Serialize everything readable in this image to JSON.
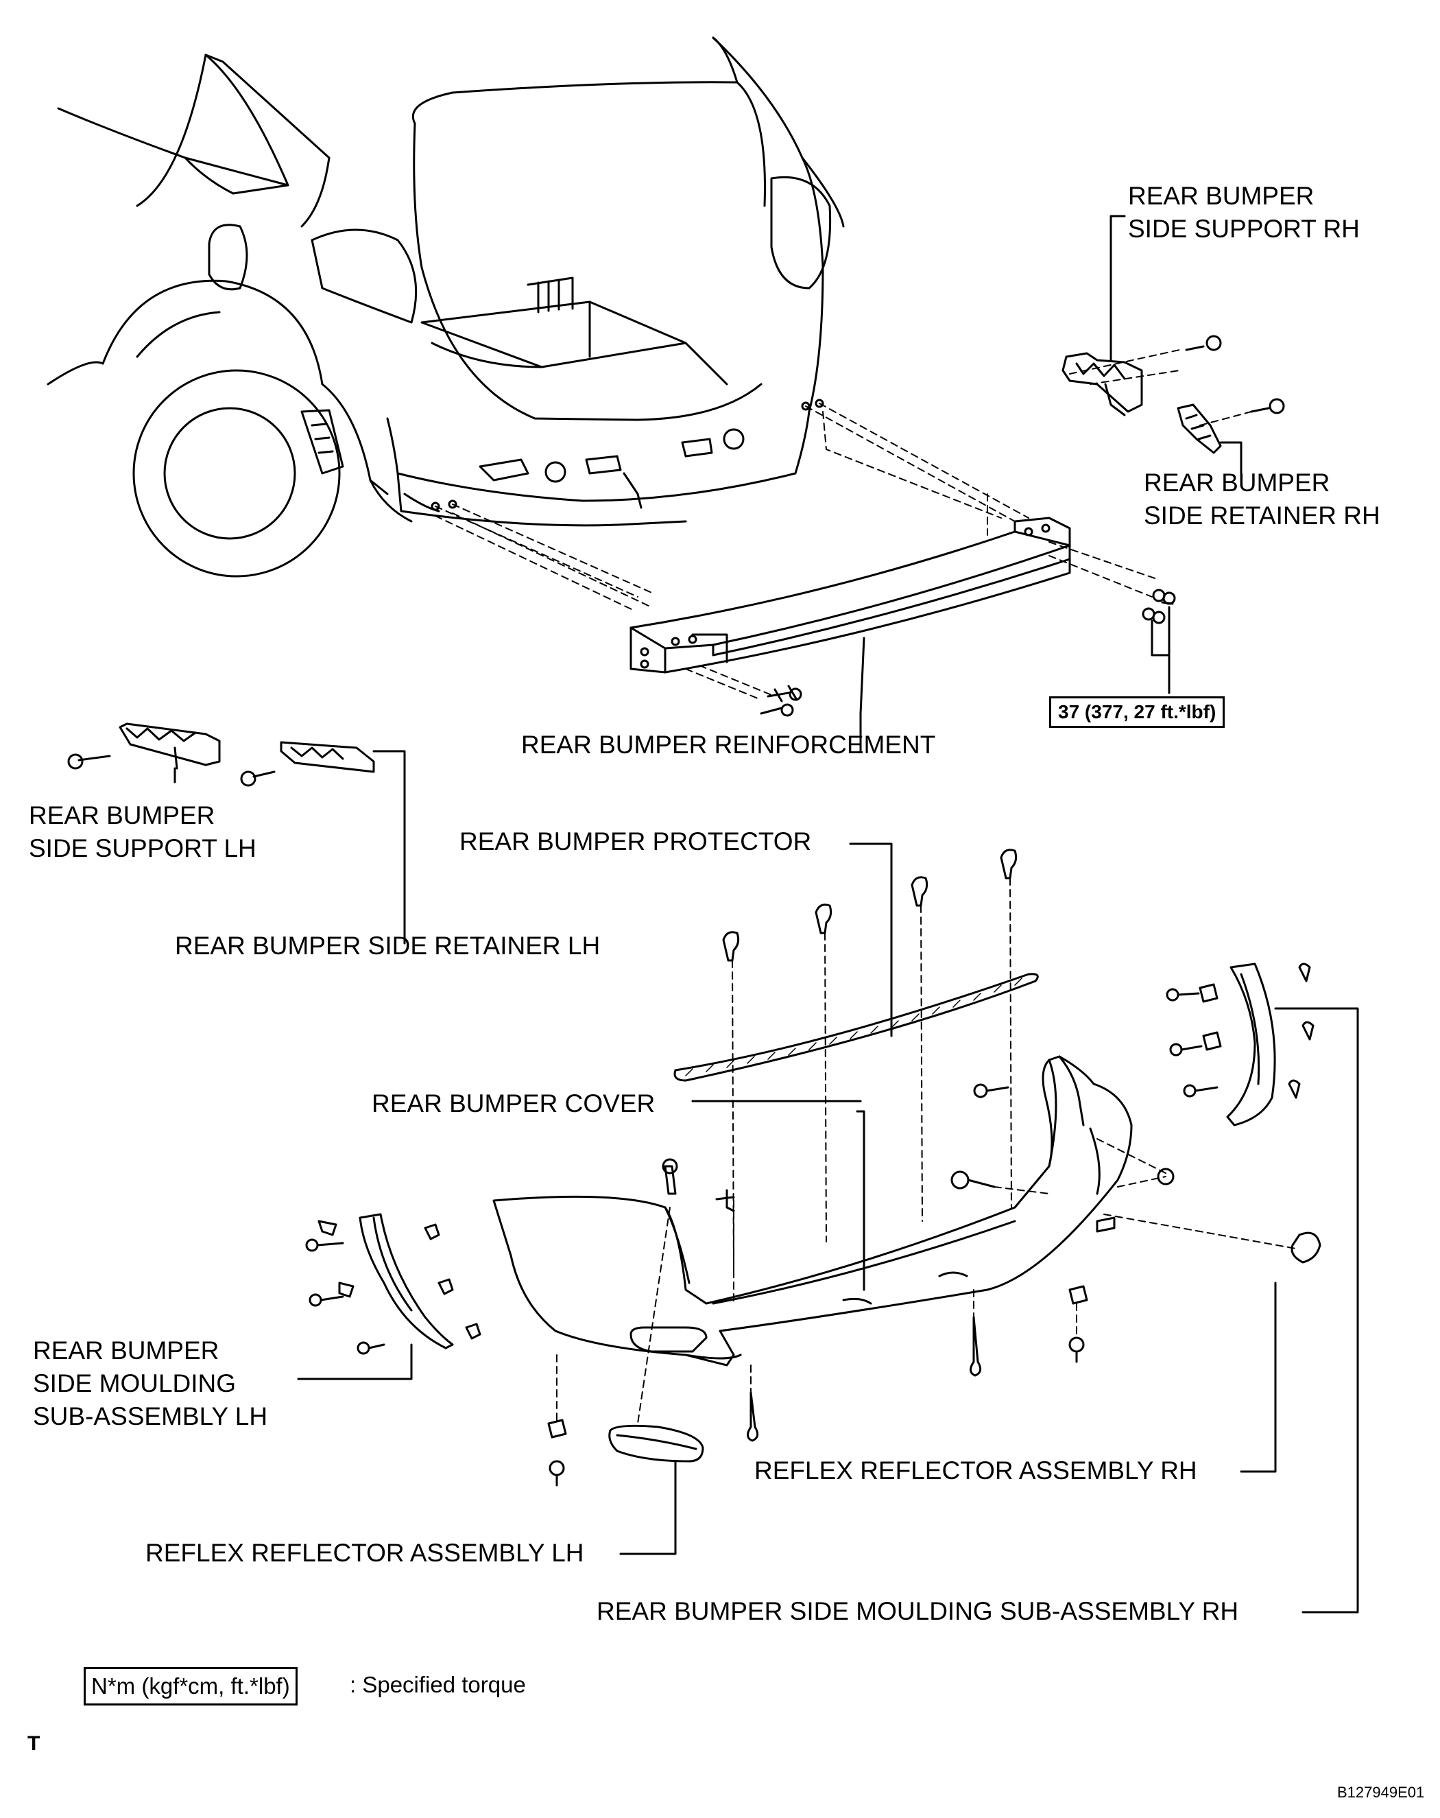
{
  "labels": {
    "side_support_rh_1": "REAR BUMPER",
    "side_support_rh_2": "SIDE SUPPORT RH",
    "side_retainer_rh_1": "REAR BUMPER",
    "side_retainer_rh_2": "SIDE RETAINER RH",
    "torque_value": "37 (377, 27 ft.*lbf)",
    "reinforcement": "REAR BUMPER REINFORCEMENT",
    "side_support_lh_1": "REAR BUMPER",
    "side_support_lh_2": "SIDE SUPPORT LH",
    "protector": "REAR BUMPER PROTECTOR",
    "side_retainer_lh": "REAR BUMPER SIDE RETAINER LH",
    "cover": "REAR BUMPER COVER",
    "side_moulding_lh_1": "REAR BUMPER",
    "side_moulding_lh_2": "SIDE MOULDING",
    "side_moulding_lh_3": "SUB-ASSEMBLY LH",
    "reflector_rh": "REFLEX REFLECTOR ASSEMBLY RH",
    "reflector_lh": "REFLEX REFLECTOR ASSEMBLY LH",
    "side_moulding_rh": "REAR BUMPER SIDE MOULDING SUB-ASSEMBLY RH"
  },
  "legend": {
    "unit_box": "N*m (kgf*cm, ft.*lbf)",
    "description": ": Specified torque"
  },
  "corner_letter": "T",
  "figure_id": "B127949E01"
}
